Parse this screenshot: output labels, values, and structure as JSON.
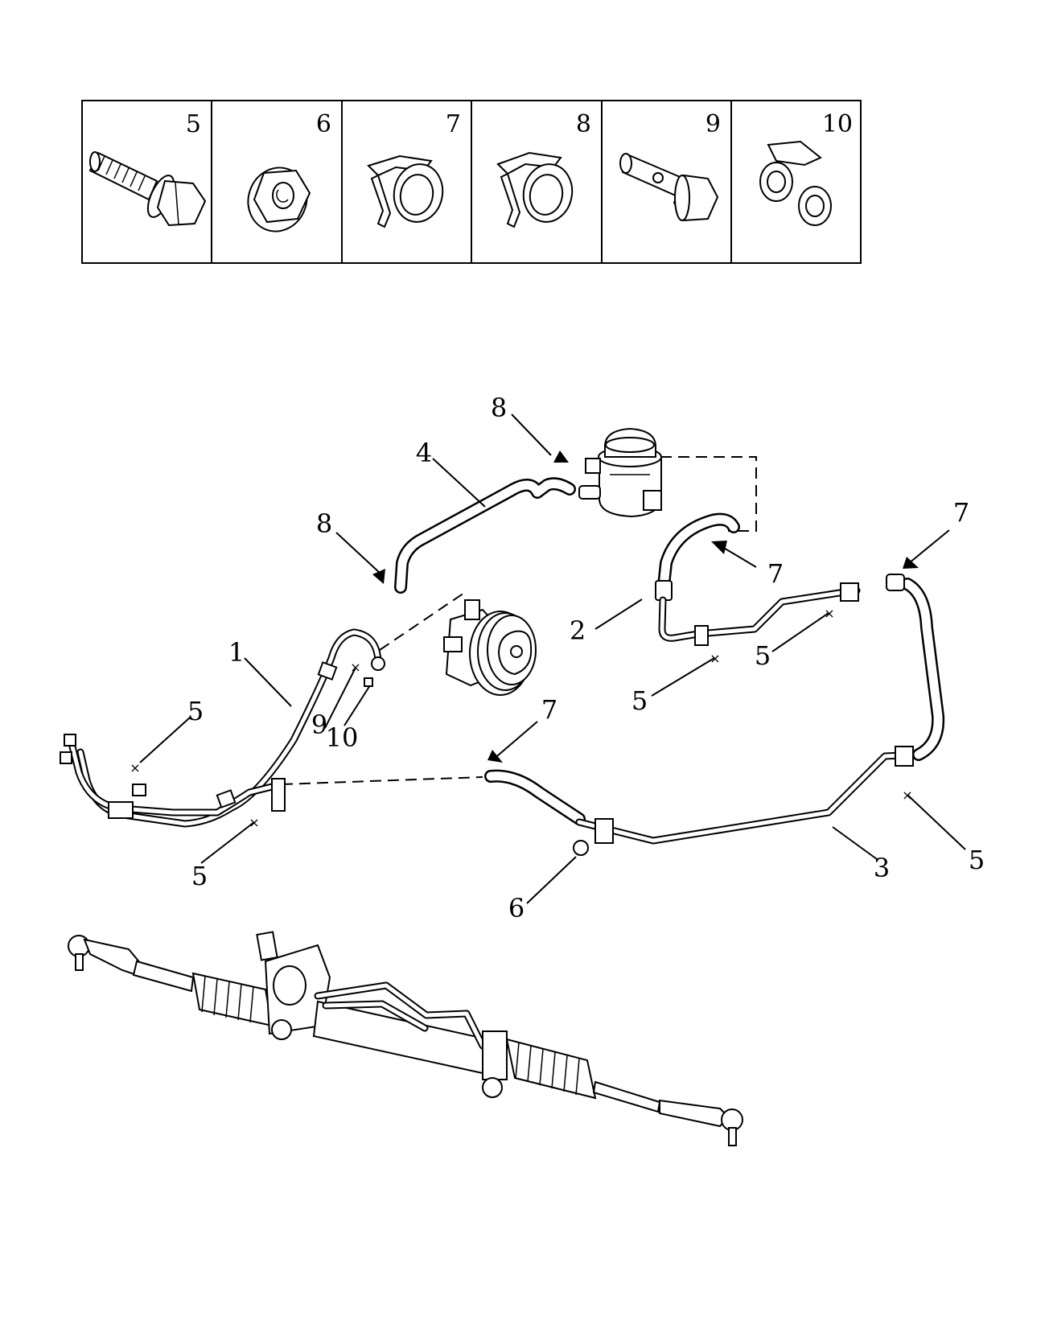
{
  "legend": {
    "cells": [
      {
        "number": "5",
        "icon": "flange-bolt-icon"
      },
      {
        "number": "6",
        "icon": "flange-nut-icon"
      },
      {
        "number": "7",
        "icon": "hose-clip-icon"
      },
      {
        "number": "8",
        "icon": "hose-clip-icon"
      },
      {
        "number": "9",
        "icon": "banjo-bolt-icon"
      },
      {
        "number": "10",
        "icon": "sealing-washer-pair-icon"
      }
    ]
  },
  "callouts": {
    "c1": "1",
    "c2": "2",
    "c3": "3",
    "c4": "4",
    "c5a": "5",
    "c5b": "5",
    "c5c": "5",
    "c5d": "5",
    "c5e": "5",
    "c6": "6",
    "c7a": "7",
    "c7b": "7",
    "c7c": "7",
    "c8a": "8",
    "c8b": "8",
    "c9": "9",
    "c10": "10"
  }
}
